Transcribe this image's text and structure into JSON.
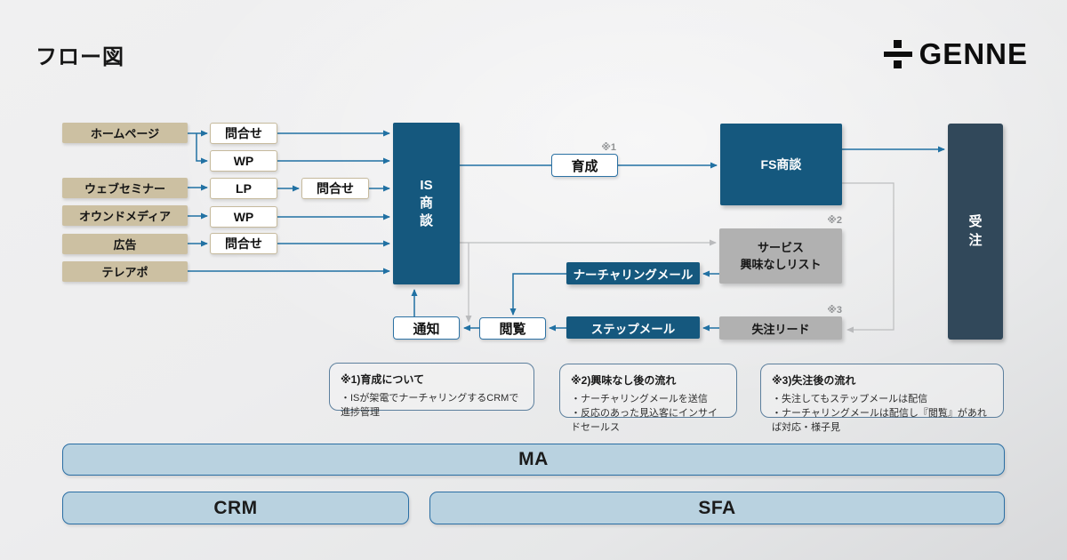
{
  "page": {
    "title": "フロー図"
  },
  "logo": {
    "brand": "GENNE"
  },
  "flow": {
    "sources": [
      {
        "label": "ホームページ"
      },
      {
        "label": "ウェブセミナー"
      },
      {
        "label": "オウンドメディア"
      },
      {
        "label": "広告"
      },
      {
        "label": "テレアポ"
      }
    ],
    "touchpoints": [
      {
        "label": "問合せ"
      },
      {
        "label": "WP"
      },
      {
        "label": "LP"
      },
      {
        "label": "WP"
      },
      {
        "label": "問合せ"
      },
      {
        "label": "問合せ"
      }
    ],
    "is_meeting": {
      "lines": [
        "IS",
        "商",
        "談"
      ]
    },
    "nurture": {
      "label": "育成",
      "ref": "※1"
    },
    "fs_meeting": {
      "label": "FS商談"
    },
    "order": {
      "lines": [
        "受",
        "注"
      ]
    },
    "no_interest": {
      "lines": [
        "サービス",
        "興味なしリスト"
      ],
      "ref": "※2"
    },
    "lost_lead": {
      "label": "失注リード",
      "ref": "※3"
    },
    "nurturing_mail": {
      "label": "ナーチャリングメール"
    },
    "step_mail": {
      "label": "ステップメール"
    },
    "view": {
      "label": "閲覧"
    },
    "notify": {
      "label": "通知"
    }
  },
  "notes": [
    {
      "title": "※1)育成について",
      "bullets": [
        "・ISが架電でナーチャリングするCRMで進捗管理"
      ]
    },
    {
      "title": "※2)興味なし後の流れ",
      "bullets": [
        "・ナーチャリングメールを送信",
        "・反応のあった見込客にインサイドセールス"
      ]
    },
    {
      "title": "※3)失注後の流れ",
      "bullets": [
        "・失注してもステップメールは配信",
        "・ナーチャリングメールは配信し『閲覧』があれば対応・様子見"
      ]
    }
  ],
  "systems": {
    "ma": "MA",
    "crm": "CRM",
    "sfa": "SFA"
  },
  "colors": {
    "primary_blue": "#15587e",
    "dark_navy": "#31485a",
    "tan": "#ccc0a2",
    "line_blue": "#2171a3",
    "line_gray": "#bdbebf",
    "bar_fill": "#b9d2e0",
    "bar_border": "#2a6ea4"
  }
}
